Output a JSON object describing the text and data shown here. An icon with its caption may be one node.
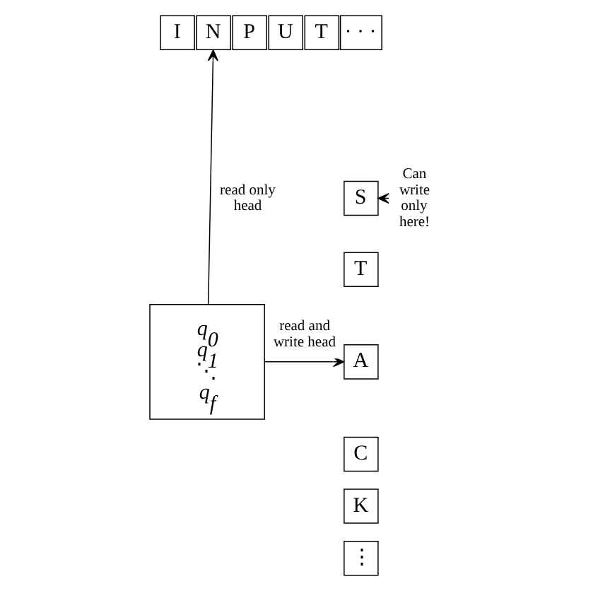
{
  "diagram": {
    "nodes": [
      {
        "text": [
          "I"
        ]
      },
      {
        "text": [
          "N"
        ]
      },
      {
        "text": [
          "P"
        ]
      },
      {
        "text": [
          "U"
        ]
      },
      {
        "text": [
          "T"
        ]
      },
      {
        "text": [
          "· · ·"
        ]
      },
      {
        "text": [
          "S"
        ]
      },
      {
        "text": [
          "T"
        ]
      },
      {
        "text": [
          "A"
        ]
      },
      {
        "text": [
          "C"
        ]
      },
      {
        "text": [
          "K"
        ]
      },
      {
        "text": [
          "⋮"
        ]
      },
      {
        "text": [
          "q$_{0}$",
          "q$_{1}$",
          "⋱",
          "q$_{f}$"
        ]
      },
      {
        "text": [
          "Can write only here!"
        ]
      }
    ],
    "edges": [
      {
        "from": 12,
        "to": 1,
        "arrow": "to",
        "label": "read only head"
      },
      {
        "from": 12,
        "to": 8,
        "arrow": "to",
        "label": "read and write head"
      },
      {
        "from": 13,
        "to": 6,
        "arrow": "to",
        "style": "dashed"
      }
    ]
  }
}
